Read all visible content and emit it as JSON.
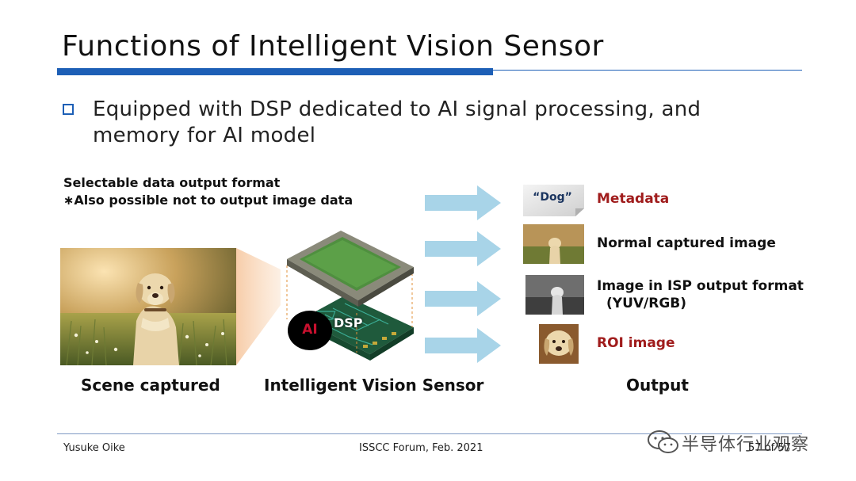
{
  "slide": {
    "title": "Functions of Intelligent Vision Sensor",
    "bullet": "Equipped with DSP dedicated to AI signal processing, and memory for AI model"
  },
  "note": {
    "line1": "Selectable data output format",
    "line2": "∗Also possible not to output image data"
  },
  "sensor": {
    "ai_label": "AI",
    "dsp_label": "DSP"
  },
  "outputs": [
    {
      "label": "Metadata",
      "accent": "#a01c1c"
    },
    {
      "label": "Normal captured image"
    },
    {
      "label": "Image in ISP output format",
      "label2": "(YUV/RGB)"
    },
    {
      "label": "ROI image",
      "accent": "#a01c1c"
    }
  ],
  "metadata_tag": "“Dog”",
  "captions": {
    "scene": "Scene captured",
    "sensor": "Intelligent Vision Sensor",
    "output": "Output"
  },
  "footer": {
    "author": "Yusuke Oike",
    "event": "ISSCC Forum, Feb. 2021",
    "page": "57 of 57"
  },
  "watermark": {
    "text": "半导体行业观察",
    "icon": "wechat-icon"
  },
  "colors": {
    "accent_blue": "#1d5fb6",
    "arrow_blue": "#a8d4e8",
    "red_label": "#a01c1c"
  }
}
